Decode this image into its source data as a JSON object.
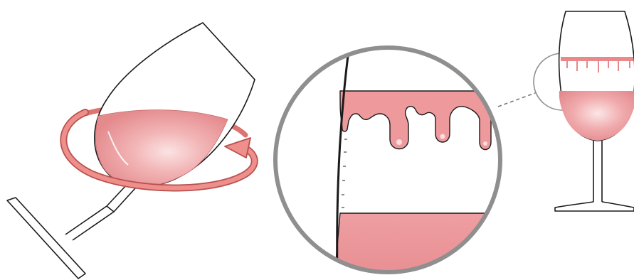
{
  "illustration": {
    "panels": [
      {
        "id": "tilted-swirling-glass",
        "description_visible": false
      },
      {
        "id": "magnified-legs-detail",
        "description_visible": false
      },
      {
        "id": "upright-glass-with-legs",
        "description_visible": false
      }
    ],
    "colors": {
      "wine": "#ec9a9c",
      "wine_light": "#f7d0d0",
      "wine_dark": "#d96e72",
      "arrow": "#dc7472",
      "arrow_outline": "#b8514f",
      "outline": "#1a1a1a",
      "magnifier_ring": "#8a8a8a",
      "background": "#ffffff"
    },
    "icons": [
      "swirl-arrow-icon",
      "magnifier-icon",
      "wine-glass-icon"
    ]
  }
}
